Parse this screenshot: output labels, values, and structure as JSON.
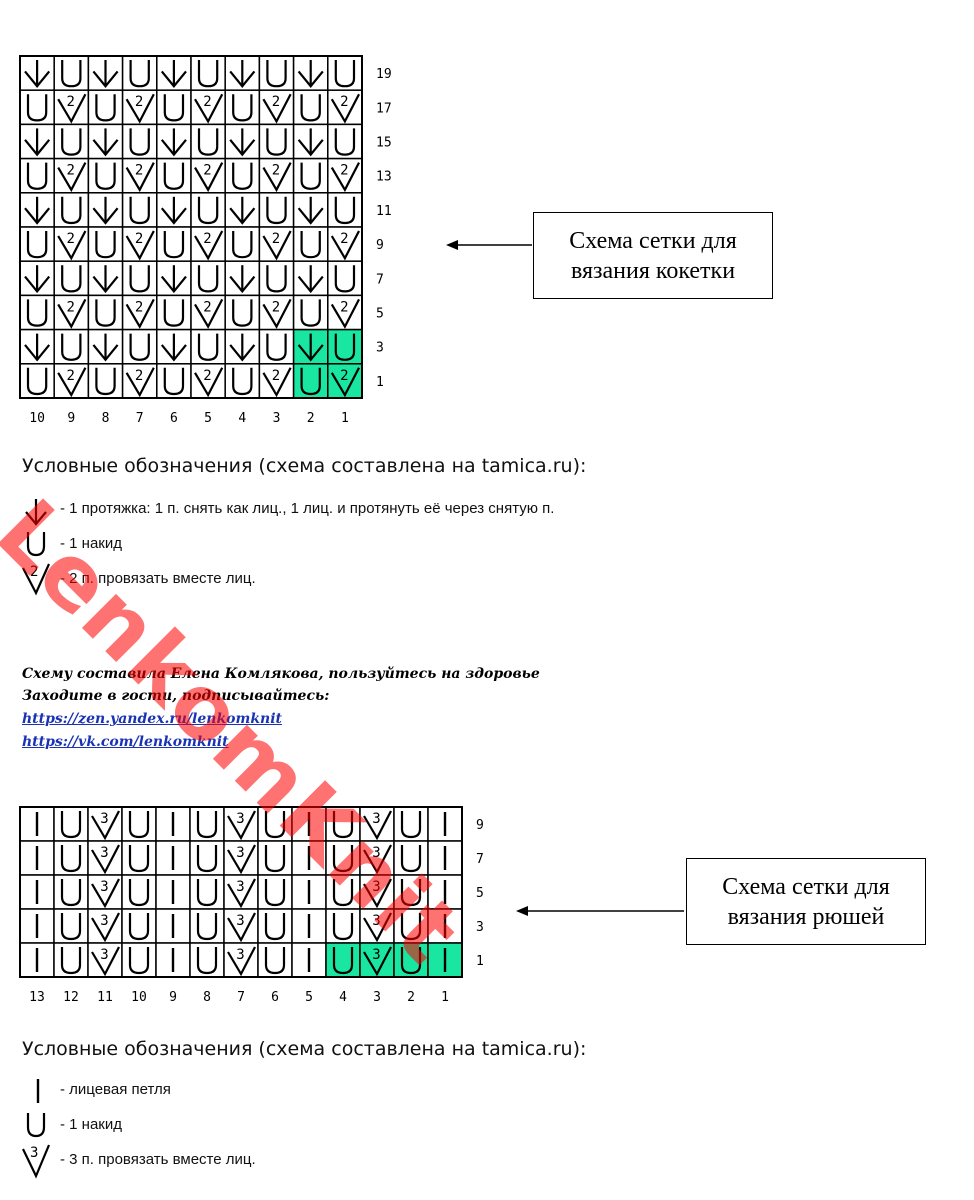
{
  "chart1": {
    "row_labels": [
      "19",
      "17",
      "15",
      "13",
      "11",
      "9",
      "7",
      "5",
      "3",
      "1"
    ],
    "col_labels": [
      "10",
      "9",
      "8",
      "7",
      "6",
      "5",
      "4",
      "3",
      "2",
      "1"
    ],
    "row_patterns": {
      "odd_top": [
        "arrow",
        "yo",
        "arrow",
        "yo",
        "arrow",
        "yo",
        "arrow",
        "yo",
        "arrow",
        "yo"
      ],
      "even": [
        "yo",
        "k2tog",
        "yo",
        "k2tog",
        "yo",
        "k2tog",
        "yo",
        "k2tog",
        "yo",
        "k2tog"
      ]
    },
    "highlight_cells": [
      [
        8,
        8
      ],
      [
        8,
        9
      ],
      [
        9,
        8
      ],
      [
        9,
        9
      ]
    ],
    "highlight_color": "#19e6a0",
    "k2_mark": "2"
  },
  "callout1": {
    "line1": "Схема сетки для",
    "line2": "вязания кокетки"
  },
  "legend1": {
    "title": "Условные обозначения (схема составлена на tamica.ru):",
    "items": [
      {
        "icon": "arrow-down-icon",
        "text": "- 1 протяжка: 1 п. снять как лиц., 1 лиц. и протянуть её через снятую п."
      },
      {
        "icon": "yarn-over-icon",
        "text": "- 1 накид"
      },
      {
        "icon": "k2tog-icon",
        "mark": "2",
        "text": "- 2 п. провязать вместе лиц."
      }
    ]
  },
  "credits": {
    "line1": "Схему составила Елена Комлякова, пользуйтесь на здоровье",
    "line2": "Заходите в гости, подписывайтесь:",
    "link1": "https://zen.yandex.ru/lenkomknit",
    "link2": "https://vk.com/lenkomknit"
  },
  "chart2": {
    "row_labels": [
      "9",
      "7",
      "5",
      "3",
      "1"
    ],
    "col_labels": [
      "13",
      "12",
      "11",
      "10",
      "9",
      "8",
      "7",
      "6",
      "5",
      "4",
      "3",
      "2",
      "1"
    ],
    "row_pattern": [
      "knit",
      "yo",
      "k3tog",
      "yo",
      "knit",
      "yo",
      "k3tog",
      "yo",
      "knit",
      "yo",
      "k3tog",
      "yo",
      "knit"
    ],
    "highlight_cells": [
      [
        4,
        9
      ],
      [
        4,
        10
      ],
      [
        4,
        11
      ],
      [
        4,
        12
      ]
    ],
    "highlight_color": "#19e6a0",
    "k3_mark": "3"
  },
  "callout2": {
    "line1": "Схема сетки для",
    "line2": "вязания рюшей"
  },
  "legend2": {
    "title": "Условные обозначения (схема составлена на tamica.ru):",
    "items": [
      {
        "icon": "knit-stitch-icon",
        "text": "- лицевая петля"
      },
      {
        "icon": "yarn-over-icon",
        "text": "- 1 накид"
      },
      {
        "icon": "k3tog-icon",
        "mark": "3",
        "text": "- 3 п. провязать вместе лиц."
      }
    ]
  },
  "watermark": "LenkomKnit",
  "colors": {
    "highlight": "#19e6a0",
    "watermark": "#ff0000",
    "link": "#1a33b5"
  }
}
